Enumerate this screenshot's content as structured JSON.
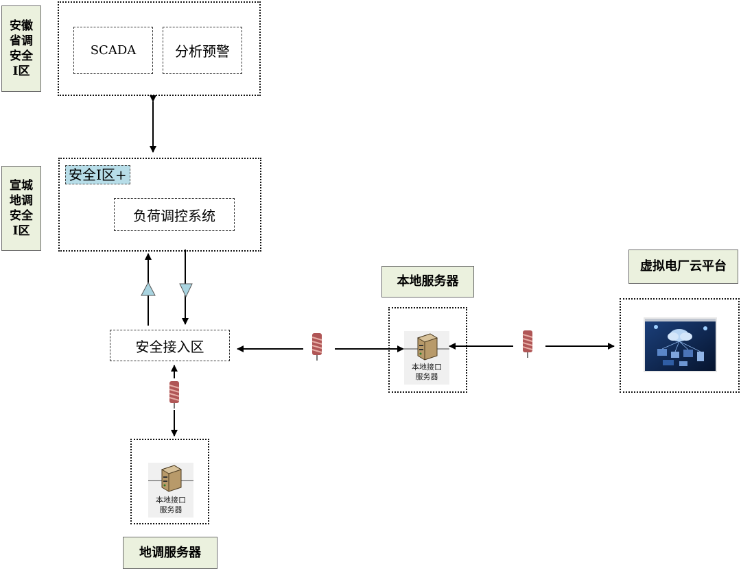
{
  "zones": {
    "anhui": "安徽省调安全I区",
    "xuancheng": "宣城地调安全I区"
  },
  "top_box": {
    "scada": "SCADA",
    "warning": "分析预警"
  },
  "mid_box": {
    "zone_label": "安全I区+",
    "load_control": "负荷调控系统"
  },
  "access_zone": "安全接入区",
  "local_server_title": "本地服务器",
  "vpp_title": "虚拟电厂云平台",
  "district_server_title": "地调服务器",
  "server_icon_text": "本地接口服务器",
  "colors": {
    "green_label_bg": "#ebf1de",
    "blue_label_bg": "#b7dde8",
    "triangle_fill": "#a9d4e0"
  }
}
